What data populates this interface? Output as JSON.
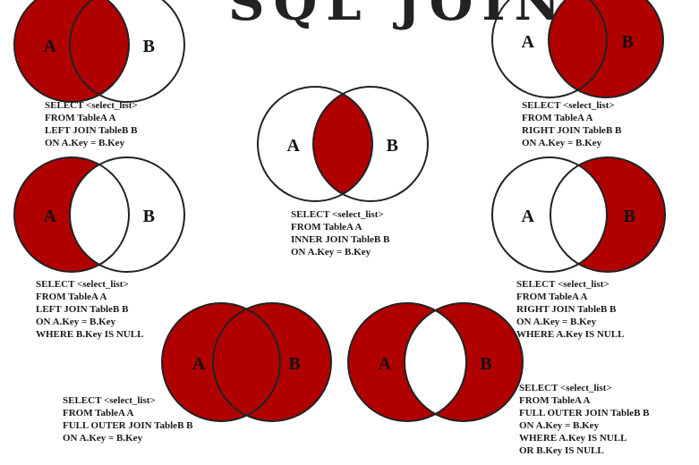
{
  "title": "SQL JOINS",
  "colors": {
    "fill": "#b00000",
    "stroke": "#222222",
    "background": "#ffffff"
  },
  "set_labels": {
    "a": "A",
    "b": "B"
  },
  "diagrams": [
    {
      "id": "left-join",
      "shade": "left-all",
      "sql": [
        "SELECT <select_list>",
        "FROM TableA A",
        "LEFT JOIN TableB B",
        "ON A.Key = B.Key"
      ]
    },
    {
      "id": "inner-join",
      "shade": "intersection",
      "sql": [
        "SELECT <select_list>",
        "FROM TableA A",
        "INNER JOIN TableB B",
        "ON A.Key = B.Key"
      ]
    },
    {
      "id": "right-join",
      "shade": "right-all",
      "sql": [
        "SELECT <select_list>",
        "FROM TableA A",
        "RIGHT JOIN TableB B",
        "ON A.Key = B.Key"
      ]
    },
    {
      "id": "left-excluding-join",
      "shade": "left-only",
      "sql": [
        "SELECT <select_list>",
        "FROM TableA A",
        "LEFT JOIN TableB B",
        "ON A.Key = B.Key",
        "WHERE B.Key IS NULL"
      ]
    },
    {
      "id": "right-excluding-join",
      "shade": "right-only",
      "sql": [
        "SELECT <select_list>",
        "FROM TableA A",
        "RIGHT JOIN TableB B",
        "ON A.Key = B.Key",
        "WHERE A.Key IS NULL"
      ]
    },
    {
      "id": "full-outer-join",
      "shade": "both",
      "sql": [
        "SELECT <select_list>",
        "FROM TableA A",
        "FULL OUTER JOIN TableB B",
        "ON A.Key = B.Key"
      ]
    },
    {
      "id": "full-outer-excluding-join",
      "shade": "xor",
      "sql": [
        "SELECT <select_list>",
        "FROM TableA A",
        "FULL OUTER JOIN TableB B",
        "ON A.Key = B.Key",
        "WHERE A.Key IS NULL",
        "OR B.Key IS NULL"
      ]
    }
  ]
}
